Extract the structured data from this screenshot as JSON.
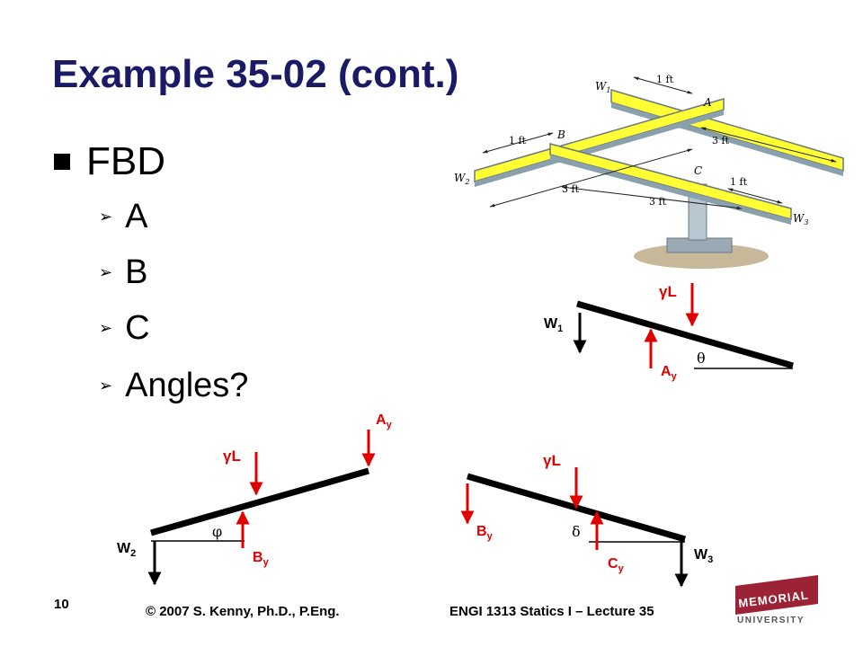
{
  "slide": {
    "title": "Example 35-02 (cont.)",
    "bullet": "FBD",
    "subitems": [
      "A",
      "B",
      "C",
      "Angles?"
    ]
  },
  "photo": {
    "w1": "W",
    "w1_sub": "1",
    "w2": "W",
    "w2_sub": "2",
    "w3": "W",
    "w3_sub": "3",
    "a": "A",
    "b": "B",
    "c": "C",
    "dim_1ft_top": "1 ft",
    "dim_1ft_left": "1 ft",
    "dim_1ft_right": "1 ft",
    "dim_3ft_a": "3 ft",
    "dim_3ft_b": "3 ft",
    "dim_3ft_c": "3 ft"
  },
  "fbd1": {
    "weight": "W",
    "weight_sub": "1",
    "load": "γL",
    "reaction": "A",
    "reaction_sub": "y",
    "angle": "θ"
  },
  "fbd2": {
    "weight": "W",
    "weight_sub": "2",
    "load": "γL",
    "reaction_top": "A",
    "reaction_top_sub": "y",
    "reaction": "B",
    "reaction_sub": "y",
    "angle": "φ"
  },
  "fbd3": {
    "weight": "W",
    "weight_sub": "3",
    "load": "γL",
    "reaction_left": "B",
    "reaction_left_sub": "y",
    "reaction": "C",
    "reaction_sub": "y",
    "angle": "δ"
  },
  "footer": {
    "page": "10",
    "copyright": "© 2007 S. Kenny, Ph.D., P.Eng.",
    "course": "ENGI 1313 Statics I – Lecture 35",
    "logo_line1": "MEMORIAL",
    "logo_line2": "UNIVERSITY"
  },
  "colors": {
    "title": "#1a1a66",
    "force": "#e00000",
    "beam_yellow": "#ffff33",
    "logo": "#9b2335"
  }
}
